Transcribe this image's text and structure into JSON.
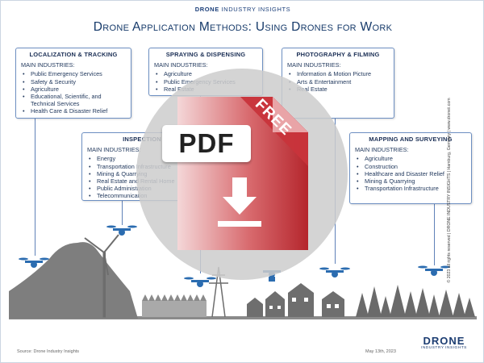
{
  "header": {
    "brand_bold": "DRONE",
    "brand_rest": " INDUSTRY INSIGHTS",
    "title": "Drone Application Methods: Using Drones for Work"
  },
  "boxes": {
    "localization": {
      "title": "LOCALIZATION & TRACKING",
      "sub": "MAIN INDUSTRIES:",
      "items": [
        "Public Emergency Services",
        "Safety & Security",
        "Agriculture",
        "Educational, Scientific, and Technical Services",
        "Health Care & Disaster Relief"
      ]
    },
    "spraying": {
      "title": "SPRAYING & DISPENSING",
      "sub": "MAIN INDUSTRIES:",
      "items": [
        "Agriculture",
        "Public Emergency Services",
        "Real Estate"
      ]
    },
    "photography": {
      "title": "PHOTOGRAPHY & FILMING",
      "sub": "MAIN INDUSTRIES:",
      "items": [
        "Information & Motion Picture",
        "Arts & Entertainment",
        "Real Estate"
      ]
    },
    "inspection": {
      "title": "INSPECTION",
      "sub": "MAIN INDUSTRIES:",
      "items": [
        "Energy",
        "Transportation Infrastructure",
        "Mining & Quarrying",
        "Real Estate and Rental Home",
        "Public Administration",
        "Telecommunication"
      ]
    },
    "mapping": {
      "title": "MAPPING AND SURVEYING",
      "sub": "MAIN INDUSTRIES:",
      "items": [
        "Agriculture",
        "Construction",
        "Healthcare and Disaster Relief",
        "Mining & Quarrying",
        "Transportation Infrastructure"
      ]
    }
  },
  "overlay": {
    "pdf_label": "PDF",
    "free_label": "FREE"
  },
  "footer": {
    "source": "Source: Drone Industry Insights",
    "date": "May 13th, 2023",
    "side_text": "© 2023 all rights reserved | DRONE INDUSTRY INSIGHTS | Hamburg, Germany | www.droneii.com",
    "logo_big": "DRONE",
    "logo_small": "INDUSTRY INSIGHTS"
  },
  "colors": {
    "accent": "#1b3f7a",
    "box_border": "#6d8fc2",
    "pdf_red": "#c8343b",
    "overlay_gray": "#cdcdcd"
  }
}
